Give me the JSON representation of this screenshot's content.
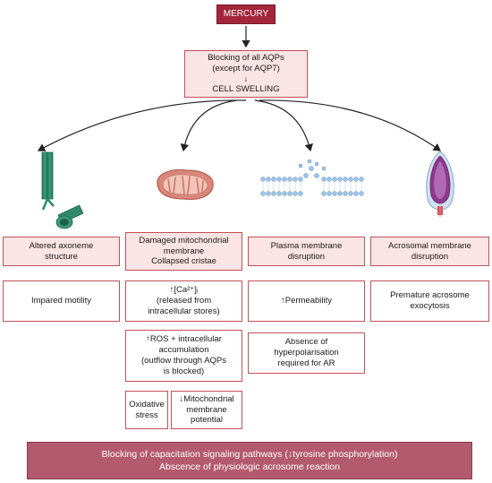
{
  "header": {
    "label": "MERCURY"
  },
  "mechanism": {
    "text": "Blocking of all AQPs\n(except for AQP7)\n↓\nCELL SWELLING"
  },
  "columns": [
    {
      "icon": "axoneme-icon",
      "title": "Altered axoneme\nstructure",
      "effects": [
        "Impared motility"
      ]
    },
    {
      "icon": "mitochondrion-icon",
      "title": "Damaged mitochondrial\nmembrane\nCollapsed cristae",
      "effects": [
        "↑[Ca²⁺]ᵢ\n(released from\nintracellular stores)",
        "↑ROS + intracellular\naccumulation\n(outflow through AQPs\nis blocked)"
      ],
      "sub_effects": [
        "Oxidative\nstress",
        "↓Mitochondrial\nmembrane\npotential"
      ]
    },
    {
      "icon": "plasma-membrane-icon",
      "title": "Plasma membrane\ndisruption",
      "effects": [
        "↑Permeability",
        "Absence of\nhyperpolarisation\nrequired for AR"
      ]
    },
    {
      "icon": "acrosome-icon",
      "title": "Acrosomal membrane\ndisruption",
      "effects": [
        "Premature acrosome\nexocytosis"
      ]
    }
  ],
  "outcome": {
    "line1": "Blocking of capacitation signaling pathways (↓tyrosine phosphorylation)",
    "line2": "Abscence of physiologic acrosome reaction"
  },
  "colors": {
    "header_fill": "#a3263b",
    "box_fill": "#fbe4e4",
    "box_border": "#c2505a",
    "outcome_fill": "#b35a6e"
  }
}
